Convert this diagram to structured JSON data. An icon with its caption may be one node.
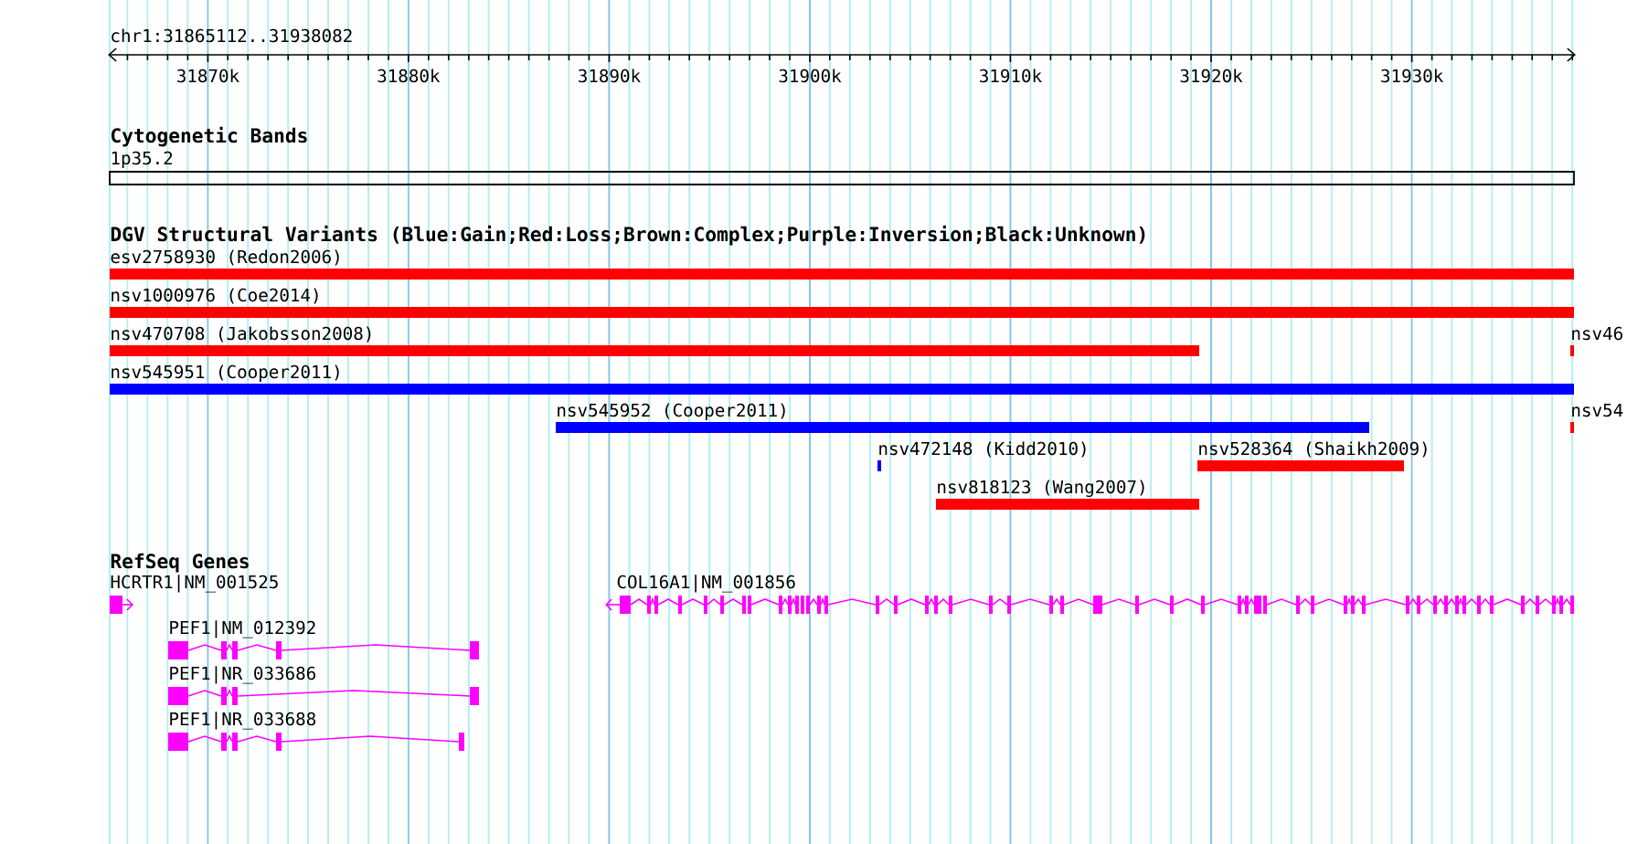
{
  "diagram": {
    "nodes": [
      {
        "text": [
          "1p35.2"
        ]
      },
      {
        "text": [
          "esv2758930 (Redon2006)"
        ]
      },
      {
        "text": [
          "nsv1000976 (Coe2014)"
        ]
      },
      {
        "text": [
          "nsv470708 (Jakobsson2008)"
        ]
      },
      {
        "text": [
          "nsv46"
        ]
      },
      {
        "text": [
          "nsv545951 (Cooper2011)"
        ]
      },
      {
        "text": [
          "nsv545952 (Cooper2011)"
        ]
      },
      {
        "text": [
          "nsv54"
        ]
      },
      {
        "text": [
          "nsv472148 (Kidd2010)"
        ]
      },
      {
        "text": [
          "nsv528364 (Shaikh2009)"
        ]
      },
      {
        "text": [
          "nsv818123 (Wang2007)"
        ]
      },
      {
        "text": [
          "HCRTR1|NM_001525"
        ]
      },
      {
        "text": [
          "COL16A1|NM_001856"
        ]
      },
      {
        "text": [
          "PEF1|NM_012392"
        ]
      },
      {
        "text": [
          "PEF1|NR_033686"
        ]
      },
      {
        "text": [
          "PEF1|NR_033688"
        ]
      }
    ],
    "labels": [
      "chr1:31865112..31938082",
      "31870k",
      "31880k",
      "31890k",
      "31900k",
      "31910k",
      "31920k",
      "31930k",
      "Cytogenetic Bands",
      "DGV Structural Variants (Blue:Gain;Red:Loss;Brown:Complex;Purple:Inversion;Black:Unknown)",
      "RefSeq Genes"
    ]
  }
}
